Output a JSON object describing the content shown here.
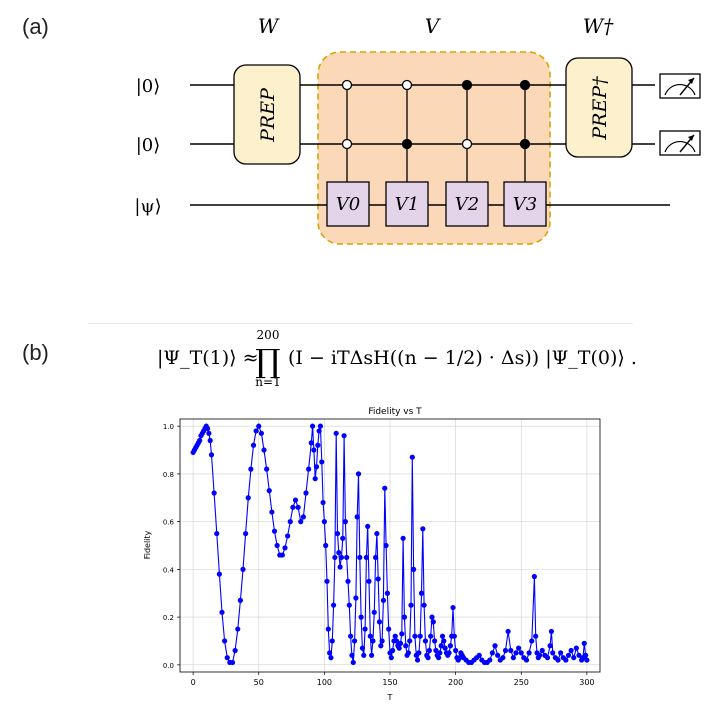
{
  "panel_labels": {
    "a": "(a)",
    "b": "(b)"
  },
  "circuit": {
    "section_W": "W",
    "section_V": "V",
    "section_Wdag": "W†",
    "wire_labels": [
      "|0⟩",
      "|0⟩",
      "|ψ⟩"
    ],
    "prep_label": "PREP",
    "prep_dag_label": "PREP†",
    "unitaries": [
      "V0",
      "V1",
      "V2",
      "V3"
    ],
    "controls": [
      [
        "open",
        "open"
      ],
      [
        "open",
        "filled"
      ],
      [
        "filled",
        "open"
      ],
      [
        "filled",
        "filled"
      ]
    ],
    "colors": {
      "prep_fill": "#fdf0cc",
      "v_region_fill": "#fbd9b8",
      "v_region_border": "#d9a400",
      "unitary_fill": "#e3d4ea"
    }
  },
  "equation": {
    "lhs": "|Ψ_T(1)⟩ ≈",
    "upper": "200",
    "lower": "n=1",
    "body": "(I − iTΔsH((n − 1/2) · Δs)) |Ψ_T(0)⟩ ."
  },
  "chart_data": {
    "type": "line",
    "title": "Fidelity vs T",
    "xlabel": "T",
    "ylabel": "Fidelity",
    "xlim": [
      -10,
      310
    ],
    "ylim": [
      -0.03,
      1.03
    ],
    "xticks": [
      0,
      50,
      100,
      150,
      200,
      250,
      300
    ],
    "yticks": [
      0.0,
      0.2,
      0.4,
      0.6,
      0.8,
      1.0
    ],
    "grid": true,
    "color": "#0000ff",
    "series": [
      {
        "x": [
          0,
          1,
          2,
          3,
          4,
          5,
          6,
          7,
          8,
          9,
          10,
          11,
          12,
          13,
          14,
          16,
          18,
          20,
          22,
          24,
          26,
          28,
          30,
          32,
          34,
          36,
          38,
          40,
          42,
          44,
          46,
          48,
          50,
          52,
          54,
          56,
          58,
          60,
          62,
          64,
          66,
          68,
          70,
          72,
          74,
          76,
          78,
          80,
          82,
          84,
          86,
          88,
          90,
          91,
          92,
          93,
          94,
          95,
          96,
          97,
          98,
          99,
          100,
          101,
          102,
          103,
          104,
          105,
          106,
          107,
          108,
          109,
          110,
          111,
          112,
          113,
          114,
          115,
          116,
          117,
          118,
          119,
          120,
          121,
          122,
          123,
          124,
          125,
          126,
          127,
          128,
          129,
          130,
          131,
          132,
          133,
          134,
          135,
          136,
          137,
          138,
          139,
          140,
          141,
          142,
          143,
          144,
          145,
          146,
          147,
          148,
          149,
          150,
          151,
          152,
          153,
          154,
          155,
          156,
          157,
          158,
          159,
          160,
          161,
          162,
          163,
          164,
          165,
          166,
          167,
          168,
          169,
          170,
          171,
          172,
          173,
          174,
          175,
          176,
          177,
          178,
          179,
          180,
          181,
          182,
          183,
          184,
          185,
          186,
          187,
          188,
          189,
          190,
          191,
          192,
          193,
          194,
          195,
          196,
          197,
          198,
          199,
          200,
          201,
          202,
          203,
          204,
          205,
          206,
          208,
          210,
          212,
          214,
          216,
          218,
          220,
          222,
          224,
          226,
          228,
          230,
          232,
          234,
          236,
          238,
          240,
          242,
          244,
          246,
          248,
          250,
          252,
          254,
          256,
          258,
          260,
          261,
          262,
          263,
          264,
          266,
          268,
          270,
          272,
          273,
          274,
          276,
          278,
          280,
          282,
          284,
          286,
          288,
          290,
          292,
          294,
          296,
          297,
          298,
          299,
          300
        ],
        "y": [
          0.89,
          0.9,
          0.91,
          0.92,
          0.93,
          0.94,
          0.96,
          0.97,
          0.98,
          0.99,
          1.0,
          0.99,
          0.97,
          0.94,
          0.88,
          0.72,
          0.55,
          0.38,
          0.22,
          0.1,
          0.03,
          0.01,
          0.01,
          0.06,
          0.15,
          0.27,
          0.4,
          0.55,
          0.7,
          0.82,
          0.92,
          0.98,
          1.0,
          0.97,
          0.9,
          0.82,
          0.73,
          0.64,
          0.56,
          0.5,
          0.46,
          0.46,
          0.49,
          0.54,
          0.6,
          0.66,
          0.69,
          0.66,
          0.6,
          0.62,
          0.72,
          0.82,
          0.93,
          1.0,
          0.9,
          0.78,
          0.83,
          0.92,
          0.98,
          1.0,
          0.85,
          0.68,
          0.6,
          0.5,
          0.35,
          0.15,
          0.05,
          0.03,
          0.1,
          0.25,
          0.45,
          0.97,
          0.55,
          0.47,
          0.41,
          0.45,
          0.53,
          0.96,
          0.6,
          0.45,
          0.35,
          0.25,
          0.12,
          0.04,
          0.01,
          0.1,
          0.28,
          0.62,
          0.8,
          0.45,
          0.2,
          0.07,
          0.04,
          0.15,
          0.45,
          0.58,
          0.35,
          0.12,
          0.04,
          0.1,
          0.22,
          0.45,
          0.55,
          0.36,
          0.18,
          0.08,
          0.1,
          0.27,
          0.74,
          0.5,
          0.3,
          0.15,
          0.05,
          0.03,
          0.06,
          0.1,
          0.12,
          0.1,
          0.08,
          0.07,
          0.09,
          0.13,
          0.53,
          0.2,
          0.08,
          0.04,
          0.05,
          0.1,
          0.25,
          0.87,
          0.4,
          0.12,
          0.04,
          0.02,
          0.05,
          0.12,
          0.3,
          0.57,
          0.25,
          0.1,
          0.04,
          0.03,
          0.06,
          0.12,
          0.2,
          0.18,
          0.1,
          0.06,
          0.04,
          0.03,
          0.05,
          0.08,
          0.12,
          0.1,
          0.07,
          0.05,
          0.04,
          0.05,
          0.08,
          0.12,
          0.24,
          0.12,
          0.06,
          0.03,
          0.02,
          0.03,
          0.05,
          0.04,
          0.03,
          0.02,
          0.01,
          0.01,
          0.02,
          0.03,
          0.04,
          0.02,
          0.01,
          0.01,
          0.02,
          0.05,
          0.08,
          0.04,
          0.02,
          0.03,
          0.06,
          0.14,
          0.06,
          0.03,
          0.05,
          0.07,
          0.05,
          0.03,
          0.02,
          0.05,
          0.1,
          0.37,
          0.12,
          0.05,
          0.03,
          0.04,
          0.06,
          0.04,
          0.03,
          0.08,
          0.14,
          0.05,
          0.03,
          0.02,
          0.05,
          0.03,
          0.02,
          0.04,
          0.06,
          0.03,
          0.07,
          0.04,
          0.02,
          0.03,
          0.09,
          0.04,
          0.02
        ]
      }
    ]
  }
}
